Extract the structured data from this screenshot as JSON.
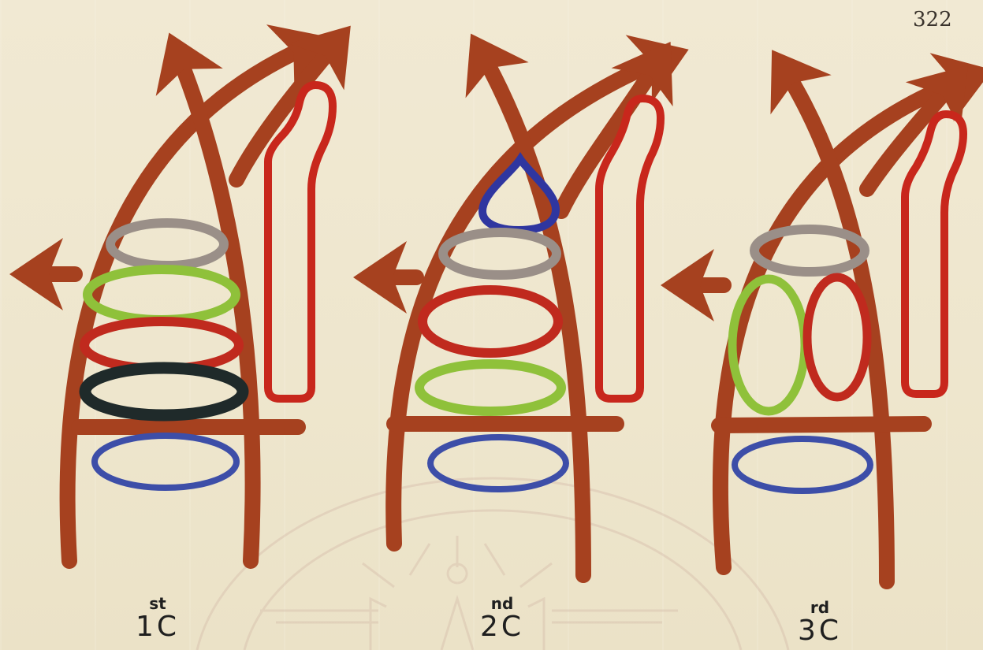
{
  "page_number": "322",
  "panels": [
    {
      "id": "first",
      "superscript": "st",
      "label": "1C",
      "ring_colors": [
        "#9a8f88",
        "#8fc13a",
        "#c02a1e",
        "#1f2a2a",
        "#3d4ea8"
      ]
    },
    {
      "id": "second",
      "superscript": "nd",
      "label": "2C",
      "ring_colors": [
        "#2f36a0",
        "#9a8f88",
        "#c02a1e",
        "#8fc13a",
        "#3d4ea8"
      ]
    },
    {
      "id": "third",
      "superscript": "rd",
      "label": "3C",
      "ring_colors": [
        "#9a8f88",
        "#8fc13a",
        "#c02a1e",
        "#3d4ea8"
      ]
    }
  ],
  "colors": {
    "arrow": "#a6411f",
    "loop": "#c8271c",
    "gray": "#9a8f88",
    "green": "#8fc13a",
    "red": "#c02a1e",
    "blue": "#3d4ea8",
    "darkblue": "#2f36a0",
    "black": "#1f2a2a"
  },
  "icons": [
    "watermark-seal-icon"
  ]
}
